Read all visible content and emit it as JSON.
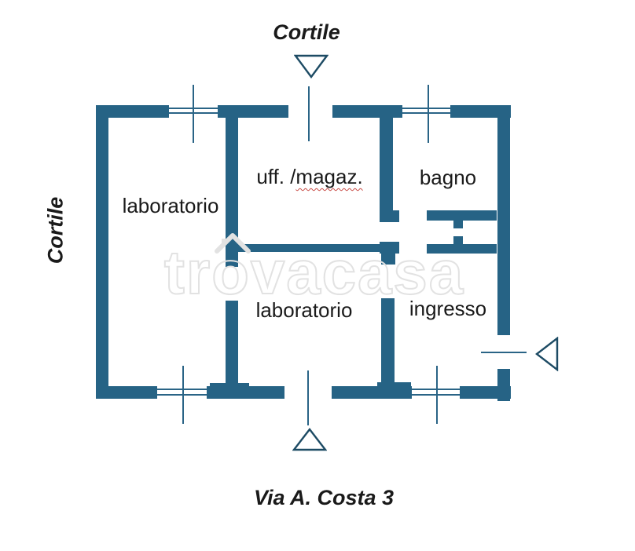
{
  "labels": {
    "courtyard_top": "Cortile",
    "courtyard_left": "Cortile",
    "room_laboratorio_left": "laboratorio",
    "room_uff_magaz_prefix": "uff. /",
    "room_uff_magaz_misspelled": "magaz.",
    "room_bagno": "bagno",
    "room_laboratorio_bottom": "laboratorio",
    "room_ingresso": "ingresso",
    "address": "Via A. Costa 3"
  },
  "watermark": {
    "text": "trovacasa"
  },
  "colors": {
    "wall": "#266385",
    "line": "#2a6486",
    "triangle": "#1d4b64",
    "label_text": "#1a1a1a",
    "watermark": "#e2e2e2",
    "spellcheck_underline": "#c84a44",
    "background": "#ffffff"
  }
}
